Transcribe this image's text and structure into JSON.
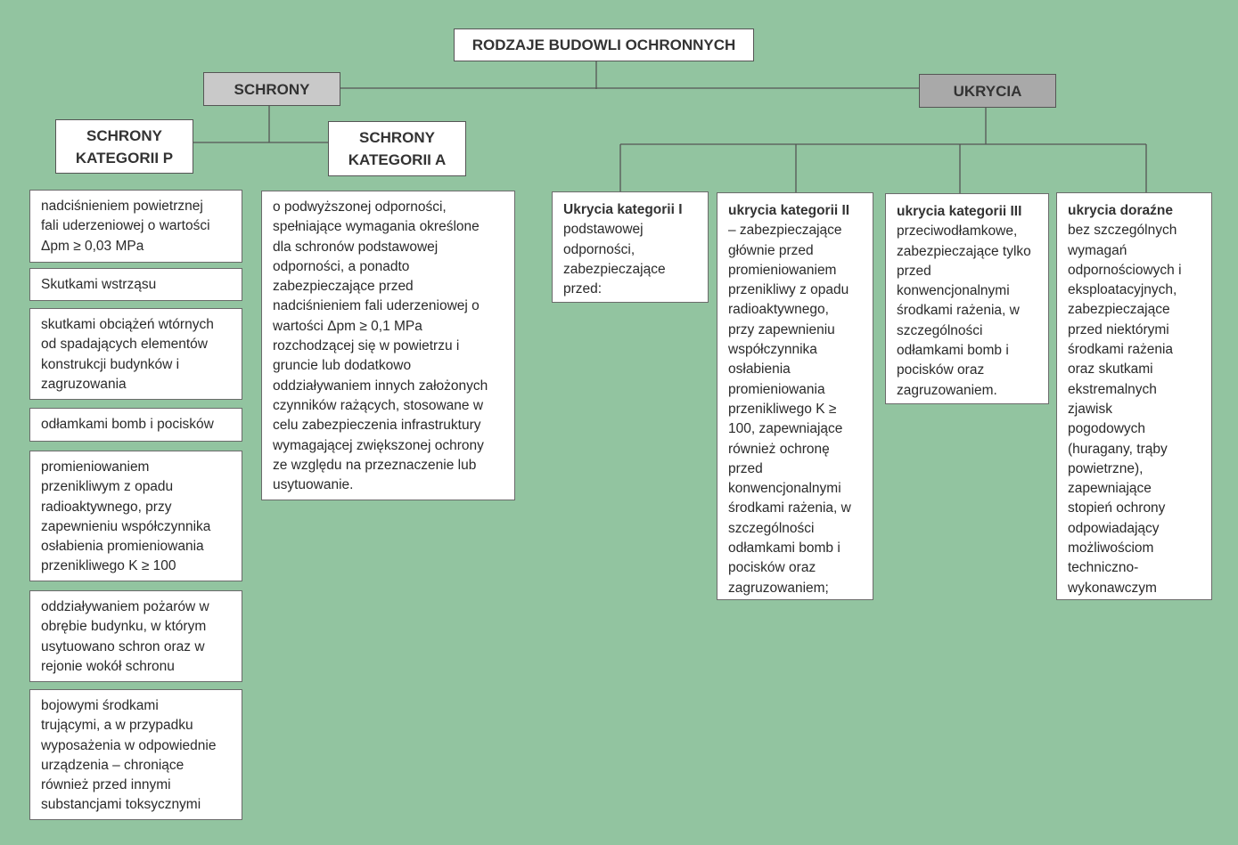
{
  "root": {
    "label": "RODZAJE BUDOWLI OCHRONNYCH"
  },
  "schrony": {
    "label": "SCHRONY",
    "kategoria_p": {
      "label": "SCHRONY\nKATEGORII P",
      "items": [
        "nadciśnieniem powietrznej\nfali uderzeniowej o wartości\nΔpm ≥ 0,03 MPa",
        "Skutkami wstrząsu",
        "skutkami obciążeń wtórnych\nod spadających elementów\nkonstrukcji budynków i\nzagruzowania",
        "odłamkami bomb i pocisków",
        "promieniowaniem\nprzenikliwym z opadu\nradioaktywnego, przy\nzapewnieniu współczynnika\nosłabienia promieniowania\nprzenikliwego K ≥ 100",
        "oddziaływaniem pożarów w\nobrębie budynku, w którym\nusytuowano schron oraz w\nrejonie wokół schronu",
        "bojowymi środkami\ntrującymi, a w przypadku\nwyposażenia w odpowiednie\nurządzenia – chroniące\nrównież przed innymi\nsubstancjami toksycznymi"
      ]
    },
    "kategoria_a": {
      "label": "SCHRONY\nKATEGORII A",
      "description": "o podwyższonej odporności,\nspełniające wymagania określone\ndla schronów podstawowej\nodporności, a ponadto\nzabezpieczające przed\nnadciśnieniem fali uderzeniowej o\nwartości Δpm ≥ 0,1 MPa\nrozchodzącej się w powietrzu i\ngruncie lub dodatkowo\noddziaływaniem innych założonych\nczynników rażących, stosowane w\ncelu zabezpieczenia infrastruktury\nwymagającej zwiększonej ochrony\nze względu na przeznaczenie lub\nusytuowanie."
    }
  },
  "ukrycia": {
    "label": "UKRYCIA",
    "categories": [
      {
        "title": "Ukrycia kategorii I",
        "body": "podstawowej\nodporności,\nzabezpieczające\nprzed:"
      },
      {
        "title": "ukrycia kategorii II",
        "body": "– zabezpieczające\ngłównie przed\npromieniowaniem\nprzenikliwy z opadu\nradioaktywnego,\nprzy zapewnieniu\nwspółczynnika\nosłabienia\npromieniowania\nprzenikliwego K ≥\n100, zapewniające\nrównież ochronę\nprzed\nkonwencjonalnymi\nśrodkami rażenia, w\nszczególności\nodłamkami bomb i\npocisków oraz\nzagruzowaniem;"
      },
      {
        "title": "ukrycia kategorii III",
        "body": "przeciwodłamkowe,\nzabezpieczające tylko\nprzed\nkonwencjonalnymi\nśrodkami rażenia, w\nszczególności\nodłamkami bomb i\npocisków oraz\nzagruzowaniem."
      },
      {
        "title": "ukrycia doraźne",
        "body": "bez szczególnych\nwymagań\nodpornościowych i\neksploatacyjnych,\nzabezpieczające\nprzed niektórymi\nśrodkami rażenia\noraz skutkami\nekstremalnych\nzjawisk\npogodowych\n(huragany, trąby\npowietrzne),\nzapewniające\nstopień ochrony\nodpowiadający\nmożliwościom\ntechniczno-\nwykonawczym"
      }
    ]
  },
  "colors": {
    "background": "#92c4a0",
    "box": "#ffffff",
    "schrony_header": "#c9c9c9",
    "ukrycia_header": "#a9a9a9",
    "connector": "#555555"
  }
}
